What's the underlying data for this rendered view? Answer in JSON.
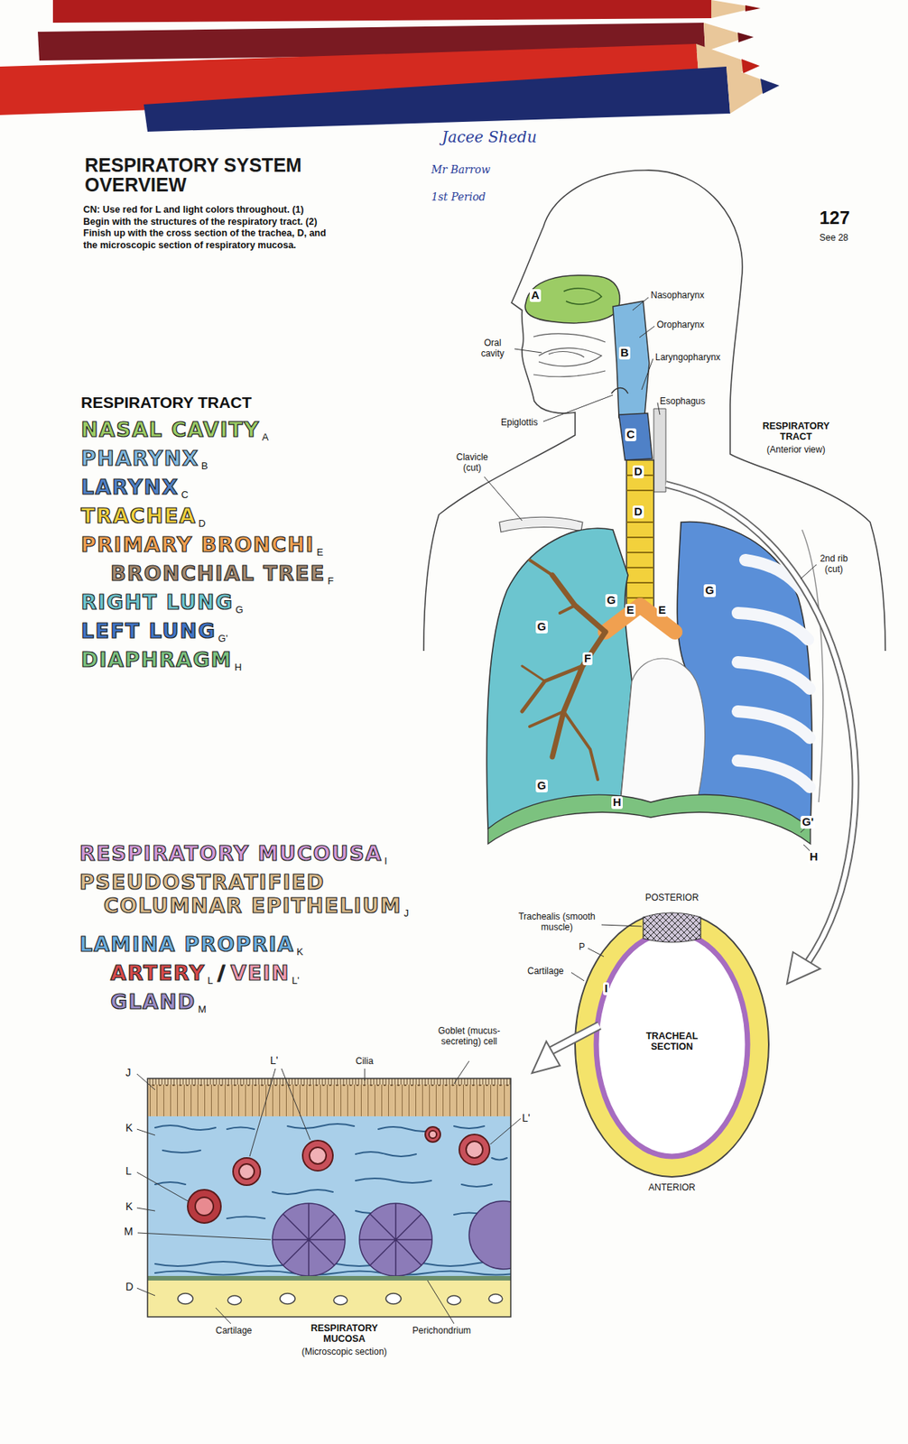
{
  "diagram": {
    "title": "RESPIRATORY SYSTEM OVERVIEW",
    "labels": [
      "Jacee Shedu",
      "Mr Barrow",
      "1st Period",
      "127",
      "See 28",
      "CN: Use red for L and light colors throughout. (1) Begin with the structures of the respiratory tract. (2) Finish up with the cross section of the trachea, D, and the microscopic section of respiratory mucosa.",
      "RESPIRATORY TRACT",
      "NASAL CAVITY",
      "A",
      "PHARYNX",
      "B",
      "LARYNX",
      "C",
      "TRACHEA",
      "D",
      "PRIMARY BRONCHI",
      "E",
      "BRONCHIAL TREE",
      "F",
      "RIGHT LUNG",
      "G",
      "LEFT LUNG",
      "G'",
      "DIAPHRAGM",
      "H",
      "RESPIRATORY MUCOUSA",
      "I",
      "PSEUDOSTRATIFIED COLUMNAR EPITHELIUM",
      "J",
      "LAMINA PROPRIA",
      "K",
      "ARTERY",
      "L",
      "/",
      "VEIN",
      "L'",
      "GLAND",
      "M",
      "Nasopharynx",
      "Oropharynx",
      "Laryngopharynx",
      "Esophagus",
      "Oral cavity",
      "Epiglottis",
      "Clavicle (cut)",
      "RESPIRATORY TRACT",
      "(Anterior view)",
      "2nd rib (cut)",
      "A",
      "B",
      "C",
      "D",
      "D",
      "E",
      "E",
      "F",
      "G",
      "G",
      "G",
      "G",
      "G'",
      "H",
      "H",
      "POSTERIOR",
      "Trachealis (smooth muscle)",
      "P",
      "Cartilage",
      "I",
      "TRACHEAL SECTION",
      "ANTERIOR",
      "Goblet (mucus-secreting) cell",
      "Cilia",
      "L'",
      "L'",
      "J",
      "K",
      "L",
      "K",
      "M",
      "D",
      "Cartilage",
      "RESPIRATORY MUCOSA",
      "(Microscopic section)",
      "Perichondrium"
    ]
  }
}
